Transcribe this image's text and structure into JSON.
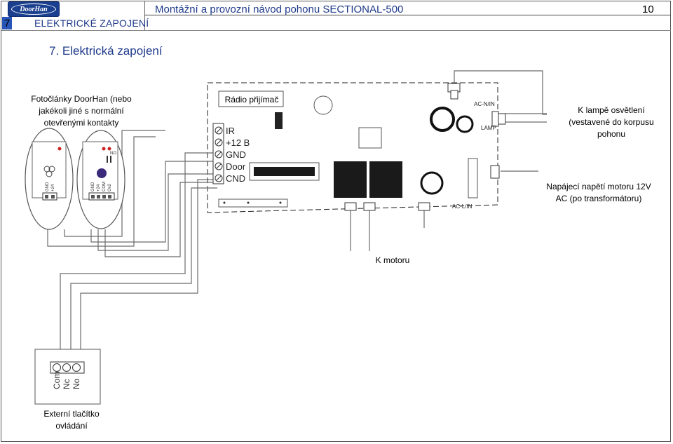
{
  "header": {
    "logo_text": "DoorHan",
    "chapter_number": "7",
    "chapter_title": "ELEKTRICKÉ ZAPOJENÍ",
    "doc_title": "Montážní a provozní návod pohonu SECTIONAL-500",
    "page_number": "10"
  },
  "section": {
    "title": "7. Elektrická zapojení"
  },
  "labels": {
    "photocells": [
      "Fotočlánky DoorHan (nebo",
      "jakékoli jiné s normální",
      "otevřenými kontakty"
    ],
    "radio": "Rádio přijímač",
    "lamp": [
      "K lampě osvětlení",
      "(vestavené do korpusu",
      "pohonu"
    ],
    "power": [
      "Napájecí napětí motoru 12V",
      "AC (po transformátoru)"
    ],
    "motor": "K motoru",
    "button": [
      "Externí tlačítko",
      "ovládání"
    ]
  },
  "board": {
    "terminals": [
      "IR",
      "+12 B",
      "GND",
      "Door",
      "CND"
    ],
    "ac_n_in": "AC-N/IN",
    "lamp": "LAMP",
    "ac_l_in": "AC-L/IN"
  },
  "photocell_left": {
    "pins": [
      "GND",
      "+24"
    ]
  },
  "photocell_right": {
    "pins": [
      "GND",
      "+24",
      "COM",
      "Ov2"
    ],
    "no": "NO"
  },
  "button_box": {
    "pins": [
      "Com",
      "Nc",
      "No"
    ]
  },
  "colors": {
    "accent": "#1e3a8a",
    "logo": "#1b3f8f",
    "chapter": "#2a55b8"
  }
}
